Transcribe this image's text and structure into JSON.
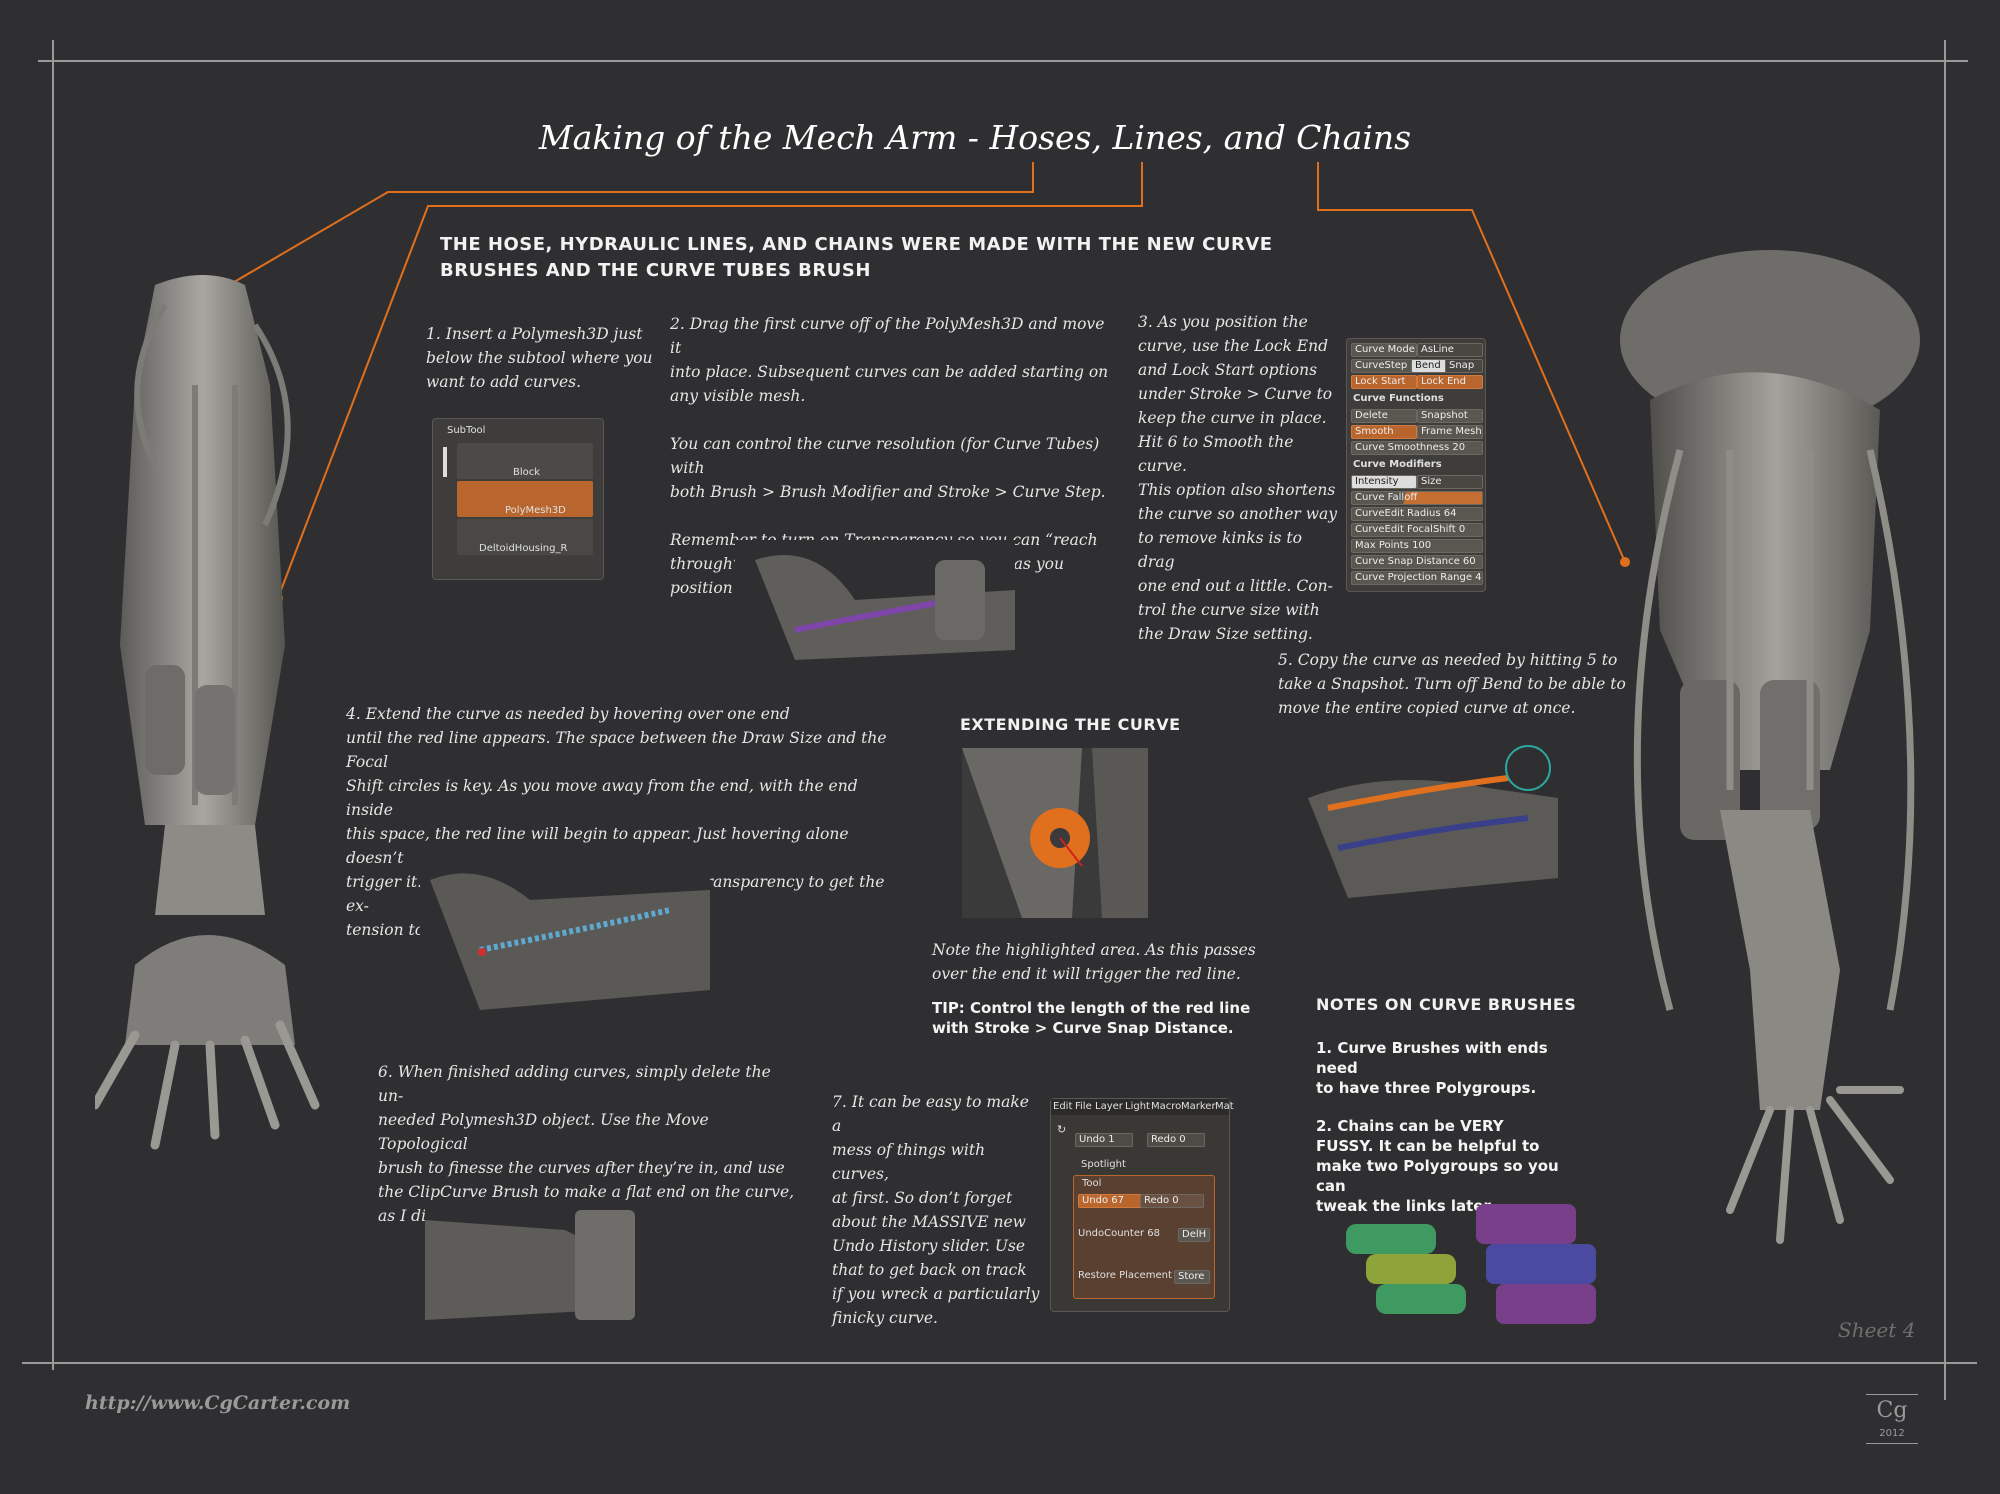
{
  "title": "Making of the Mech Arm - Hoses, Lines, and Chains",
  "intro": "The hose, hydraulic lines, and chains were made with the new curve brushes and the curve tubes brush",
  "step1": [
    "1. Insert a Polymesh3D just",
    "below the subtool where you",
    "want to add curves."
  ],
  "step2": {
    "p1": [
      "2. Drag the first curve off of the PolyMesh3D and move it",
      "into place. Subsequent curves can be added starting on",
      "any visible mesh."
    ],
    "p2": [
      "You can control the curve resolution (for Curve Tubes) with",
      "both Brush > Brush Modifier and Stroke > Curve Step."
    ],
    "p3": [
      "Remember to turn on Transparency so you can “reach",
      "through” other subtools to get to the curve as you position it."
    ]
  },
  "step3": [
    "3.  As you position the",
    "curve, use the Lock End",
    "and Lock Start options",
    "under Stroke > Curve to",
    "keep the curve in place.",
    "Hit 6 to Smooth the curve.",
    "This option also shortens",
    "the curve so another way",
    "to remove kinks is to drag",
    "one end out a little.  Con-",
    "trol the curve size with",
    "the Draw Size setting."
  ],
  "step4": [
    "4. Extend the curve as needed by hovering over one end",
    "until the red line appears.  The space between the Draw Size and the Focal",
    "Shift circles is key.  As you move away from the end, with the end inside",
    "this space, the red line will begin to appear.  Just hovering  alone doesn’t",
    "trigger it.   Also, you might need to turn OFF Transparency to get the ex-",
    "tension to land where you want it to."
  ],
  "step5": [
    "5. Copy the curve as needed by hitting 5 to",
    "take a Snapshot.  Turn off Bend to be able to",
    "move the entire copied curve at once."
  ],
  "step6": [
    "6. When finished adding curves, simply delete the un-",
    "needed Polymesh3D object. Use the Move Topological",
    "brush to finesse the curves after they’re in, and use",
    "the ClipCurve Brush to make a flat end on the curve,",
    "as I did on the hydraulic lines."
  ],
  "step7": [
    "7. It can be easy to make a",
    "mess of things with curves,",
    "at first.  So don’t forget",
    "about the MASSIVE new",
    "Undo History slider.  Use",
    "that to get back on track",
    "if you wreck a particularly",
    "finicky curve."
  ],
  "extending": {
    "heading": "Extending the curve",
    "note": [
      "Note the highlighted area.  As this passes",
      "over the end it will trigger the red line."
    ],
    "tip": [
      "TIP: Control the length of the red line",
      "with Stroke > Curve Snap Distance."
    ]
  },
  "notes": {
    "heading": "Notes on Curve Brushes",
    "n1": [
      "1. Curve Brushes with ends need",
      "to have three Polygroups."
    ],
    "n2": [
      "2. Chains can be VERY",
      "FUSSY.  It can be helpful to",
      "make two Polygroups so you can",
      "tweak the links later."
    ]
  },
  "subtool_panel": {
    "header": "SubTool",
    "items": [
      "Block",
      "PolyMesh3D",
      "DeltoidHousing_R"
    ]
  },
  "curve_panel": {
    "row1": [
      "Curve Mode",
      "AsLine"
    ],
    "row2": [
      "CurveStep 1",
      "Bend",
      "Snap"
    ],
    "row3": [
      "Lock Start",
      "Lock End"
    ],
    "functions_header": "Curve Functions",
    "row4": [
      "Delete",
      "Snapshot"
    ],
    "row5": [
      "Smooth",
      "Frame Mesh"
    ],
    "smoothness": "Curve Smoothness 20",
    "modifiers_header": "Curve Modifiers",
    "row6": [
      "Intensity",
      "Size"
    ],
    "falloff": "Curve Falloff",
    "sliders": [
      "CurveEdit Radius 64",
      "CurveEdit FocalShift 0",
      "Max Points 100",
      "Curve Snap Distance 60",
      "Curve Projection Range 4"
    ]
  },
  "undo_panel": {
    "menus": [
      "Edit",
      "File",
      "Layer",
      "Light",
      "Macro",
      "Marker",
      "Mat"
    ],
    "undo": "Undo 1",
    "redo": "Redo 0",
    "spotlight": "Spotlight",
    "tool": "Tool",
    "undo67": "Undo 67",
    "redo0": "Redo 0",
    "undo_counter": "UndoCounter 68",
    "delh": "DelH",
    "restore": "Restore Placement",
    "store": "Store"
  },
  "footer": {
    "url": "http://www.CgCarter.com",
    "sheet": "Sheet 4",
    "logo_letters": "Cg",
    "year": "2012"
  },
  "colors": {
    "background": "#2f2f31",
    "accent_orange": "#e0701e",
    "panel_orange": "#b8652e",
    "chain_green": "#3f9a62",
    "chain_purple": "#7a3f8a"
  }
}
